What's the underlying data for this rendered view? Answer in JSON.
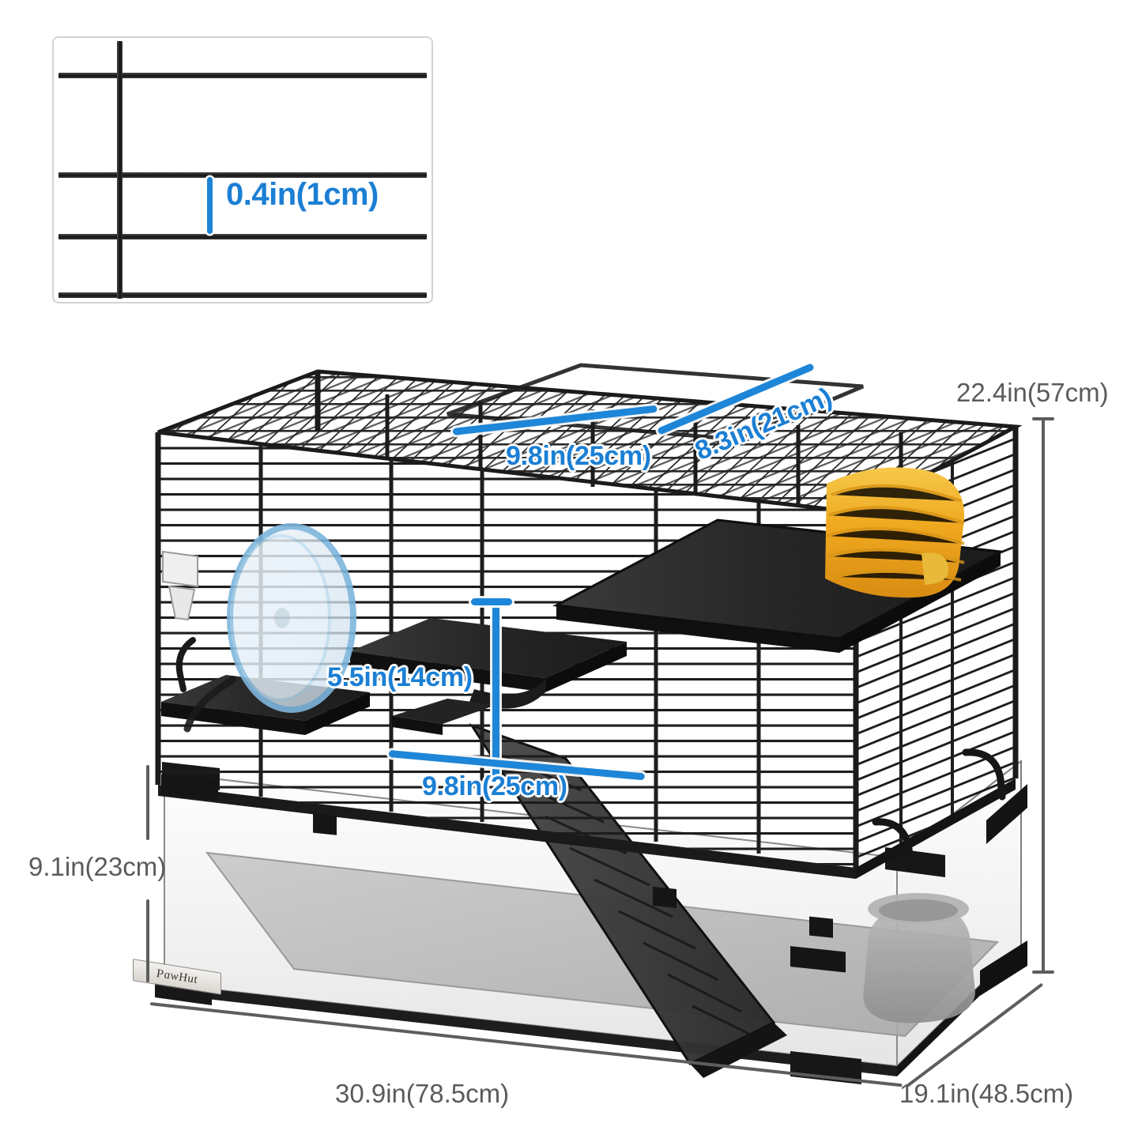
{
  "product": {
    "brand": "PawHut",
    "type": "hamster-cage-dimension-diagram"
  },
  "inset": {
    "name": "wire-spacing-detail",
    "gap_label": "0.4in(1cm)"
  },
  "dimensions": {
    "height": "22.4in(57cm)",
    "base_height": "9.1in(23cm)",
    "width": "30.9in(78.5cm)",
    "depth": "19.1in(48.5cm)"
  },
  "callouts": {
    "top_door_width": "9.8in(25cm)",
    "top_door_depth": "8.3in(21cm)",
    "platform_clearance": "5.5in(14cm)",
    "platform_width": "9.8in(25cm)"
  },
  "colors": {
    "accent_blue": "#1b7fd4",
    "dim_gray": "#5b5b5b",
    "cage_black": "#1a1a1a",
    "tunnel_yellow": "#f0b428",
    "wheel_blue": "#9fcdea",
    "bowl_gray": "#a3a3a3"
  },
  "parts": {
    "exercise_wheel": "exercise-wheel",
    "tunnel_house": "tunnel-house",
    "ramp": "ramp-ladder",
    "food_bowl": "food-bowl",
    "upper_platform": "upper-platform",
    "mid_platform": "mid-platform",
    "left_platform": "left-platform",
    "glass_base": "glass-base",
    "wire_top": "wire-mesh-top"
  }
}
